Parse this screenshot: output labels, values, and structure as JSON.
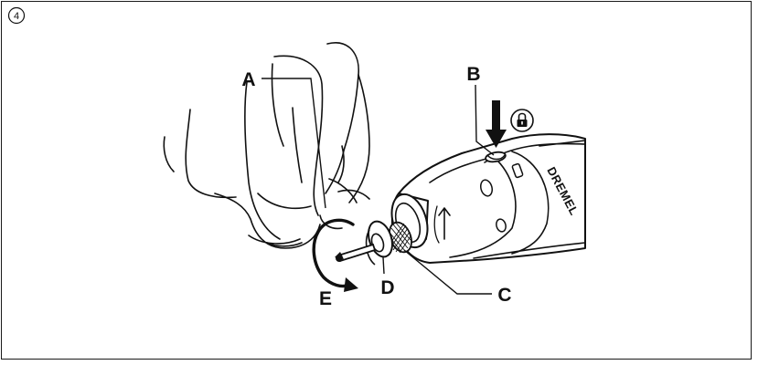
{
  "figure": {
    "step_number": "4",
    "brand_text": "DREMEL",
    "callouts": {
      "a": "A",
      "b": "B",
      "c": "C",
      "d": "D",
      "e": "E"
    },
    "line_color": "#111111",
    "fill_color": "#ffffff"
  }
}
